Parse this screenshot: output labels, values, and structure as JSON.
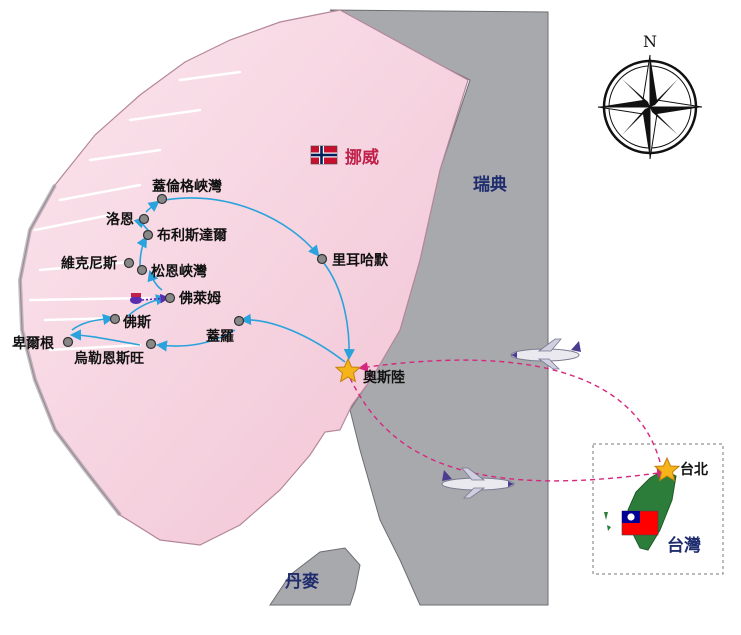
{
  "map": {
    "countries": [
      {
        "name": "挪威",
        "color": "#c0204a"
      },
      {
        "name": "瑞典",
        "color": "#1f2d6e"
      },
      {
        "name": "丹麥",
        "color": "#1f2d6e"
      },
      {
        "name": "台灣",
        "color": "#1f2d6e"
      }
    ],
    "compass": {
      "north_label": "N"
    },
    "places": [
      {
        "name": "蓋倫格峽灣",
        "marker": "gray-dot"
      },
      {
        "name": "洛恩",
        "marker": "gray-dot"
      },
      {
        "name": "布利斯達爾",
        "marker": "gray-dot"
      },
      {
        "name": "維克尼斯",
        "marker": "gray-dot"
      },
      {
        "name": "松恩峽灣",
        "marker": "gray-dot"
      },
      {
        "name": "佛萊姆",
        "marker": "gray-dot"
      },
      {
        "name": "佛斯",
        "marker": "gray-dot"
      },
      {
        "name": "卑爾根",
        "marker": "gray-dot"
      },
      {
        "name": "烏勒恩斯旺",
        "marker": "gray-dot"
      },
      {
        "name": "蓋羅",
        "marker": "gray-dot"
      },
      {
        "name": "里耳哈默",
        "marker": "gray-dot"
      },
      {
        "name": "奧斯陸",
        "marker": "star"
      },
      {
        "name": "台北",
        "marker": "star",
        "color": "#c0204a"
      }
    ],
    "colors": {
      "land_norway": "#f3cfdc",
      "land_other": "#a8a9ad",
      "sea": "#ffffff",
      "route_domestic": "#2aa3dc",
      "route_flight": "#d6277f",
      "train_link": "#5a2db0",
      "star": "#f5b41a"
    },
    "icons": [
      "norway-flag-icon",
      "taiwan-flag-icon",
      "compass-rose-icon",
      "airplane-icon",
      "train-icon"
    ]
  }
}
